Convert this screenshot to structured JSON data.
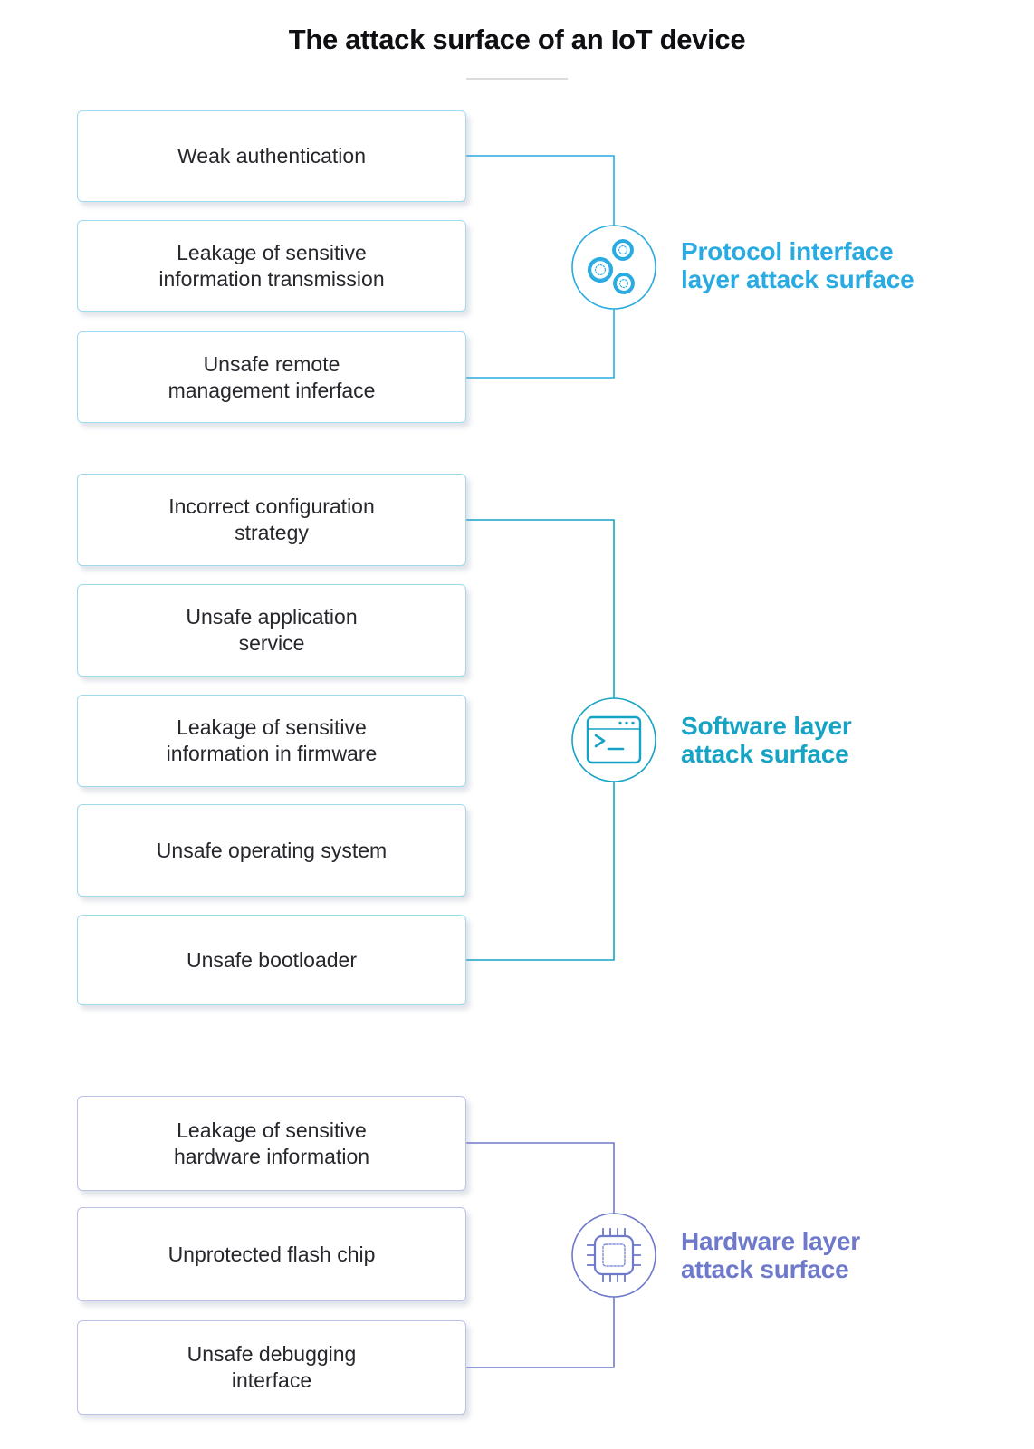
{
  "title": "The attack surface of an IoT device",
  "groups": [
    {
      "name": "Protocol interface layer",
      "label": "Protocol interface\nlayer attack surface",
      "accent_color": "#29abe2",
      "box_border_color": "#9edcf2",
      "icon": "gears-icon",
      "boxes": [
        {
          "text": "Weak authentication"
        },
        {
          "text": "Leakage of sensitive\ninformation transmission"
        },
        {
          "text": "Unsafe remote\nmanagement inferface"
        }
      ]
    },
    {
      "name": "Software layer",
      "label": "Software layer\nattack surface",
      "accent_color": "#16a3c4",
      "box_border_color": "#9fd9ea",
      "icon": "terminal-window-icon",
      "boxes": [
        {
          "text": "Incorrect configuration\nstrategy"
        },
        {
          "text": "Unsafe application\nservice"
        },
        {
          "text": "Leakage of sensitive\ninformation in firmware"
        },
        {
          "text": "Unsafe operating system"
        },
        {
          "text": "Unsafe bootloader"
        }
      ]
    },
    {
      "name": "Hardware layer",
      "label": "Hardware layer\nattack surface",
      "accent_color": "#6e79cc",
      "box_border_color": "#bcc1e7",
      "icon": "chip-icon",
      "boxes": [
        {
          "text": "Leakage of sensitive\nhardware information"
        },
        {
          "text": "Unprotected flash chip"
        },
        {
          "text": "Unsafe debugging\ninterface"
        }
      ]
    }
  ]
}
